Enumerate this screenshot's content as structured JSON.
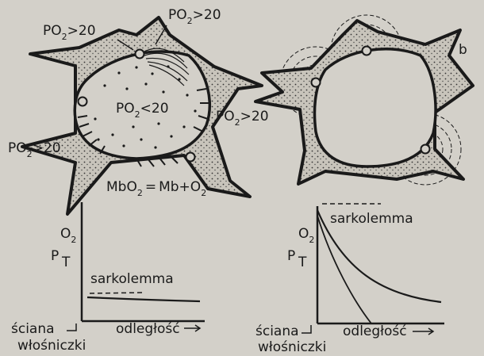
{
  "panel_a": {
    "po2_base": "PO",
    "po2_sub": "2",
    "labels": [
      {
        "id": "top-left",
        "rel": ">20"
      },
      {
        "id": "top-right",
        "rel": ">20"
      },
      {
        "id": "center",
        "rel": "<20"
      },
      {
        "id": "right",
        "rel": ">20"
      },
      {
        "id": "left",
        "rel": ">20"
      }
    ],
    "equation": {
      "lhs": "MbO",
      "lhs_sub": "2",
      "eq": "=",
      "rhs": "Mb+O",
      "rhs_sub": "2"
    }
  },
  "panel_b": {
    "corner_label": "b"
  },
  "graph_left": {
    "y_label_top": "O",
    "y_label_top_sub": "2",
    "y_label_p": "P",
    "y_label_t": "T",
    "curve_label": "sarkolemma",
    "x_origin_line1": "ściana",
    "x_origin_line2": "włośniczki",
    "x_label": "odległość"
  },
  "graph_right": {
    "y_label_top": "O",
    "y_label_top_sub": "2",
    "y_label_p": "P",
    "y_label_t": "T",
    "curve_label": "sarkolemma",
    "x_origin_line1": "ściana",
    "x_origin_line2": "włośniczki",
    "x_label": "odległość"
  },
  "colors": {
    "background": "#d3d0c9",
    "ink": "#1a1a1a",
    "stipple": "#c8c4bb"
  }
}
